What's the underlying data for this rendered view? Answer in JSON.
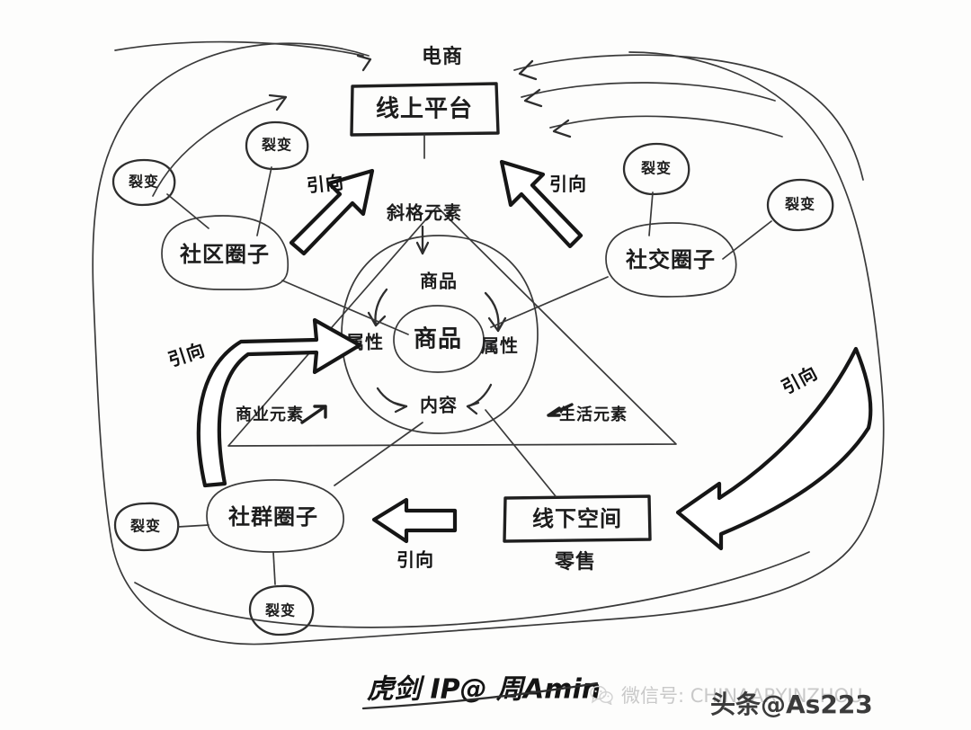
{
  "diagram": {
    "title_signature": "虎剑 IP@ 周Amin",
    "nodes": {
      "online_platform": {
        "label": "线上平台",
        "caption": "电商"
      },
      "offline_space": {
        "label": "线下空间",
        "caption": "零售"
      },
      "community_circle": {
        "label": "社区圈子"
      },
      "social_circle": {
        "label": "社交圈子"
      },
      "group_circle": {
        "label": "社群圈子"
      },
      "core_product": {
        "label": "商品"
      },
      "ring_top": {
        "label": "商品"
      },
      "ring_left": {
        "label": "属性"
      },
      "ring_right": {
        "label": "属性"
      },
      "ring_bottom": {
        "label": "内容"
      }
    },
    "fission_nodes": [
      {
        "id": "fission-left-outer",
        "label": "裂变"
      },
      {
        "id": "fission-left-upper",
        "label": "裂变"
      },
      {
        "id": "fission-right-upper",
        "label": "裂变"
      },
      {
        "id": "fission-right-outer",
        "label": "裂变"
      },
      {
        "id": "fission-bottom-left",
        "label": "裂变"
      },
      {
        "id": "fission-bottom-lower",
        "label": "裂变"
      }
    ],
    "triangle_elements": {
      "top": "斜格元素",
      "left": "商业元素",
      "right": "生活元素"
    },
    "flow_labels": {
      "lead_up_right": "引向",
      "lead_up_left": "引向",
      "lead_left_mid": "引向",
      "lead_left_bottom": "引向",
      "lead_right_curve": "引向"
    }
  },
  "watermark": {
    "wechat_label": "微信号: CHINAARYINZHOU",
    "toutiao_label": "头条@As223"
  }
}
